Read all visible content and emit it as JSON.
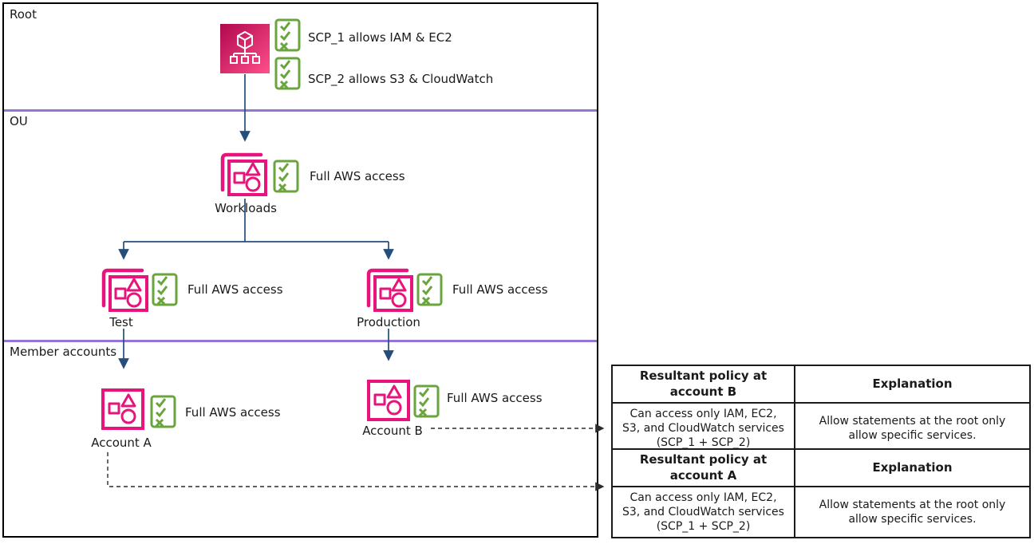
{
  "sections": {
    "root": "Root",
    "ou": "OU",
    "member": "Member accounts"
  },
  "root_scps": {
    "scp1": "SCP_1 allows IAM & EC2",
    "scp2": "SCP_2 allows S3 & CloudWatch"
  },
  "nodes": {
    "workloads": {
      "label": "Workloads",
      "policy": "Full AWS access"
    },
    "test": {
      "label": "Test",
      "policy": "Full AWS access"
    },
    "production": {
      "label": "Production",
      "policy": "Full AWS access"
    },
    "account_a": {
      "label": "Account A",
      "policy": "Full AWS access"
    },
    "account_b": {
      "label": "Account B",
      "policy": "Full AWS access"
    }
  },
  "tables": {
    "account_b": {
      "policy_header": "Resultant policy at account B",
      "explanation_header": "Explanation",
      "policy": "Can access only IAM, EC2, S3, and CloudWatch services (SCP_1 + SCP_2)",
      "explanation": "Allow statements at the root only allow specific services."
    },
    "account_a": {
      "policy_header": "Resultant policy at account A",
      "explanation_header": "Explanation",
      "policy": "Can access only IAM, EC2, S3, and CloudWatch services (SCP_1 + SCP_2)",
      "explanation": "Allow statements at the root only allow specific services."
    }
  },
  "icons": [
    "organizations-icon",
    "ou-icon",
    "account-icon",
    "scp-checklist-icon",
    "arrow-down-icon",
    "dashed-arrow-icon"
  ],
  "colors": {
    "aws_pink": "#E7157B",
    "org_gradient_start": "#B0084D",
    "org_gradient_end": "#FF4F8B",
    "scp_green": "#69A53C",
    "arrow_blue": "#254E7D",
    "divider_purple": "#9673D7",
    "border_black": "#000000"
  }
}
